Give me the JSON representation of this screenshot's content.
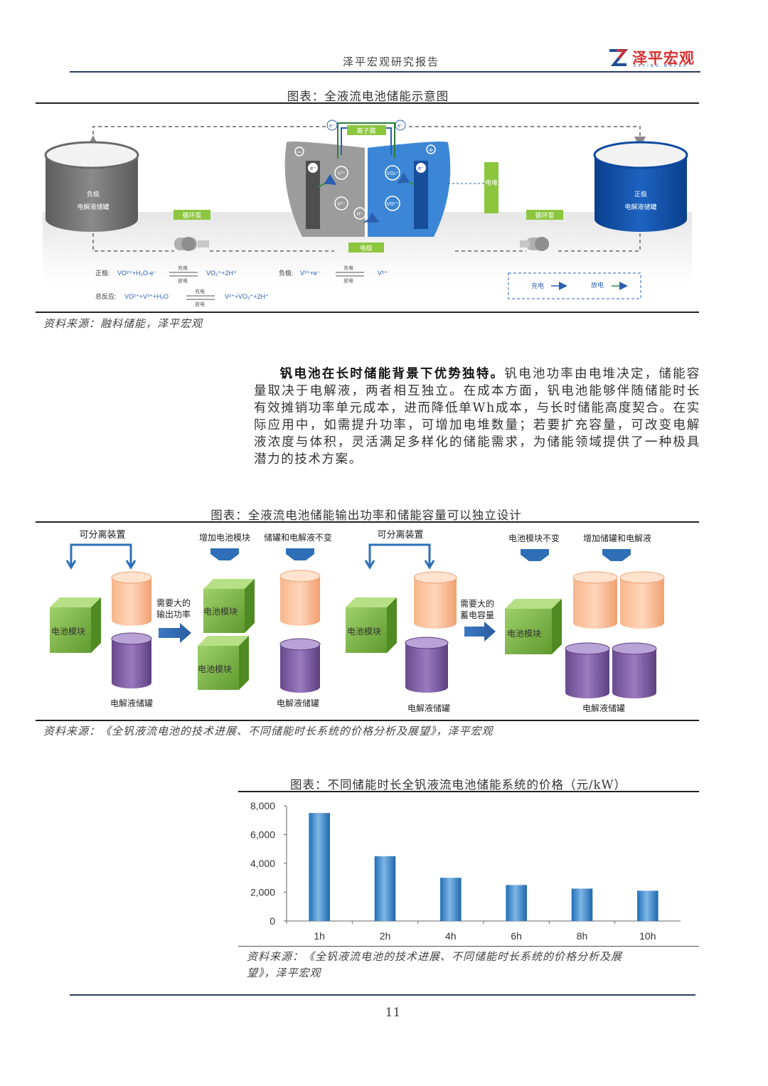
{
  "header": {
    "report_title": "泽平宏观研究报告",
    "logo_cn": "泽平宏观",
    "logo_en": "ZEPING MACRO"
  },
  "figure1": {
    "title": "图表：全液流电池储能示意图",
    "neg_tank": [
      "负极",
      "电解液储罐"
    ],
    "pos_tank": [
      "正极",
      "电解液储罐"
    ],
    "membrane": "离子膜",
    "electrode": "电极",
    "stack": "电堆",
    "pump": "循环泵",
    "e_symbol": "e⁻",
    "ions": [
      "V³⁺",
      "V²⁺",
      "VO₂⁺",
      "VO²⁺",
      "H⁺"
    ],
    "minus": "−",
    "plus": "+",
    "charge": "充电",
    "discharge": "放电",
    "eq_pos_label": "正极:",
    "eq_pos_left": "VO²⁺+H₂O-e⁻",
    "eq_pos_right": "VO₂⁺+2H⁺",
    "eq_neg_label": "负极:",
    "eq_neg_left": "V³⁺+e⁻",
    "eq_neg_right": "V²⁺",
    "eq_total_label": "总反应:",
    "eq_total_left": "VO²⁺+V³⁺+H₂O",
    "eq_total_right": "V²⁺+VO₂⁺+2H⁺",
    "legend_charge": "充电",
    "legend_discharge": "放电",
    "source": "资料来源：融科储能，泽平宏观"
  },
  "body": {
    "lead": "钒电池在长时储能背景下优势独特。",
    "text": "钒电池功率由电堆决定，储能容量取决于电解液，两者相互独立。在成本方面，钒电池能够伴随储能时长有效摊销功率单元成本，进而降低单Wh成本，与长时储能高度契合。在实际应用中，如需提升功率，可增加电堆数量；若要扩充容量，可改变电解液浓度与体积，灵活满足多样化的储能需求，为储能领域提供了一种极具潜力的技术方案。"
  },
  "figure2": {
    "title": "图表：全液流电池储能输出功率和储能容量可以独立设计",
    "separable": "可分离装置",
    "add_modules": "增加电池模块",
    "tank_unchanged": "储罐和电解液不变",
    "module_unchanged": "电池模块不变",
    "add_tanks": "增加储罐和电解液",
    "battery_module": "电池模块",
    "electrolyte_tank": "电解液储罐",
    "need_power": [
      "需要大的",
      "输出功率"
    ],
    "need_capacity": [
      "需要大的",
      "蓄电容量"
    ],
    "source": "资料来源：《全钒液流电池的技术进展、不同储能时长系统的价格分析及展望》，泽平宏观"
  },
  "figure3": {
    "title": "图表：不同储能时长全钒液流电池储能系统的价格（元/kW）",
    "source_line1": "资料来源：《全钒液流电池的技术进展、不同储能时长系统的价格分析及展",
    "source_line2": "望》，泽平宏观"
  },
  "chart_data": {
    "type": "bar",
    "title": "图表：不同储能时长全钒液流电池储能系统的价格（元/kW）",
    "categories": [
      "1h",
      "2h",
      "4h",
      "6h",
      "8h",
      "10h"
    ],
    "values": [
      7500,
      4500,
      3000,
      2500,
      2250,
      2100
    ],
    "ylim": [
      0,
      8000
    ],
    "yticks": [
      "0",
      "2,000",
      "4,000",
      "6,000",
      "8,000"
    ],
    "bar_color": "#2e7fc4",
    "grid": false,
    "legend": "none"
  },
  "footer": {
    "page_number": "11"
  }
}
